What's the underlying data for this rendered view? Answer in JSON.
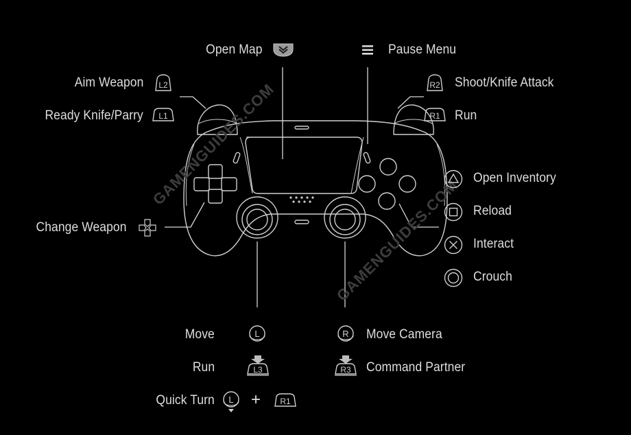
{
  "colors": {
    "background": "#000000",
    "line": "#d0d0d0",
    "text": "#dedede",
    "watermark": "#4a4a4a"
  },
  "watermark": "GAMENGUIDES.COM",
  "controls": {
    "touchpad": {
      "label": "Open Map",
      "icon": "touchpad-icon"
    },
    "options": {
      "label": "Pause Menu",
      "icon": "options-icon"
    },
    "l2": {
      "label": "Aim Weapon",
      "button": "L2"
    },
    "l1": {
      "label": "Ready Knife/Parry",
      "button": "L1"
    },
    "r2": {
      "label": "Shoot/Knife Attack",
      "button": "R2"
    },
    "r1": {
      "label": "Run",
      "button": "R1"
    },
    "triangle": {
      "label": "Open Inventory",
      "icon": "triangle-icon"
    },
    "square": {
      "label": "Reload",
      "icon": "square-icon"
    },
    "cross": {
      "label": "Interact",
      "icon": "cross-icon"
    },
    "circle": {
      "label": "Crouch",
      "icon": "circle-icon"
    },
    "dpad": {
      "label": "Change Weapon",
      "icon": "dpad-icon"
    },
    "left_stick": {
      "label": "Move",
      "button": "L"
    },
    "l3": {
      "label": "Run",
      "button": "L3"
    },
    "quick_turn": {
      "label": "Quick Turn",
      "button_stick": "L",
      "plus": "+",
      "button": "R1"
    },
    "right_stick": {
      "label": "Move Camera",
      "button": "R"
    },
    "r3": {
      "label": "Command Partner",
      "button": "R3"
    }
  }
}
